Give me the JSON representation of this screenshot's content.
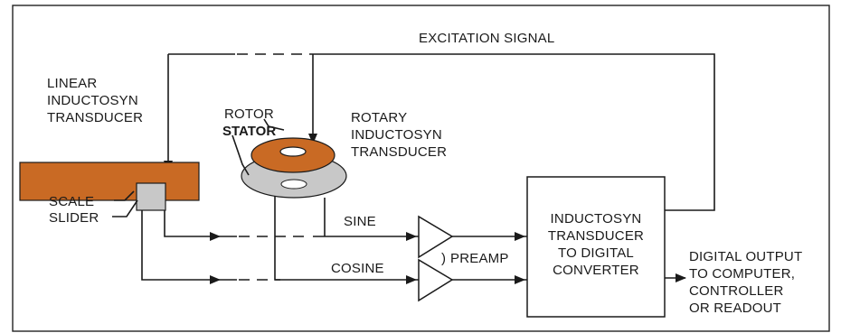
{
  "labels": {
    "excitation": "EXCITATION SIGNAL",
    "linear_1": "LINEAR",
    "linear_2": "INDUCTOSYN",
    "linear_3": "TRANSDUCER",
    "rotor": "ROTOR",
    "stator": "STATOR",
    "rotary_1": "ROTARY",
    "rotary_2": "INDUCTOSYN",
    "rotary_3": "TRANSDUCER",
    "scale": "SCALE",
    "slider": "SLIDER",
    "sine": "SINE",
    "cosine": "COSINE",
    "preamp": "PREAMP",
    "converter_1": "INDUCTOSYN",
    "converter_2": "TRANSDUCER",
    "converter_3": "TO DIGITAL",
    "converter_4": "CONVERTER",
    "output_1": "DIGITAL OUTPUT",
    "output_2": "TO COMPUTER,",
    "output_3": "CONTROLLER",
    "output_4": "OR READOUT"
  },
  "colors": {
    "scale_bar": "#c96a24",
    "slider_block": "#c8c8c8",
    "rotor": "#c96a24",
    "stator": "#c8c8c8",
    "line": "#1a1a1a"
  }
}
